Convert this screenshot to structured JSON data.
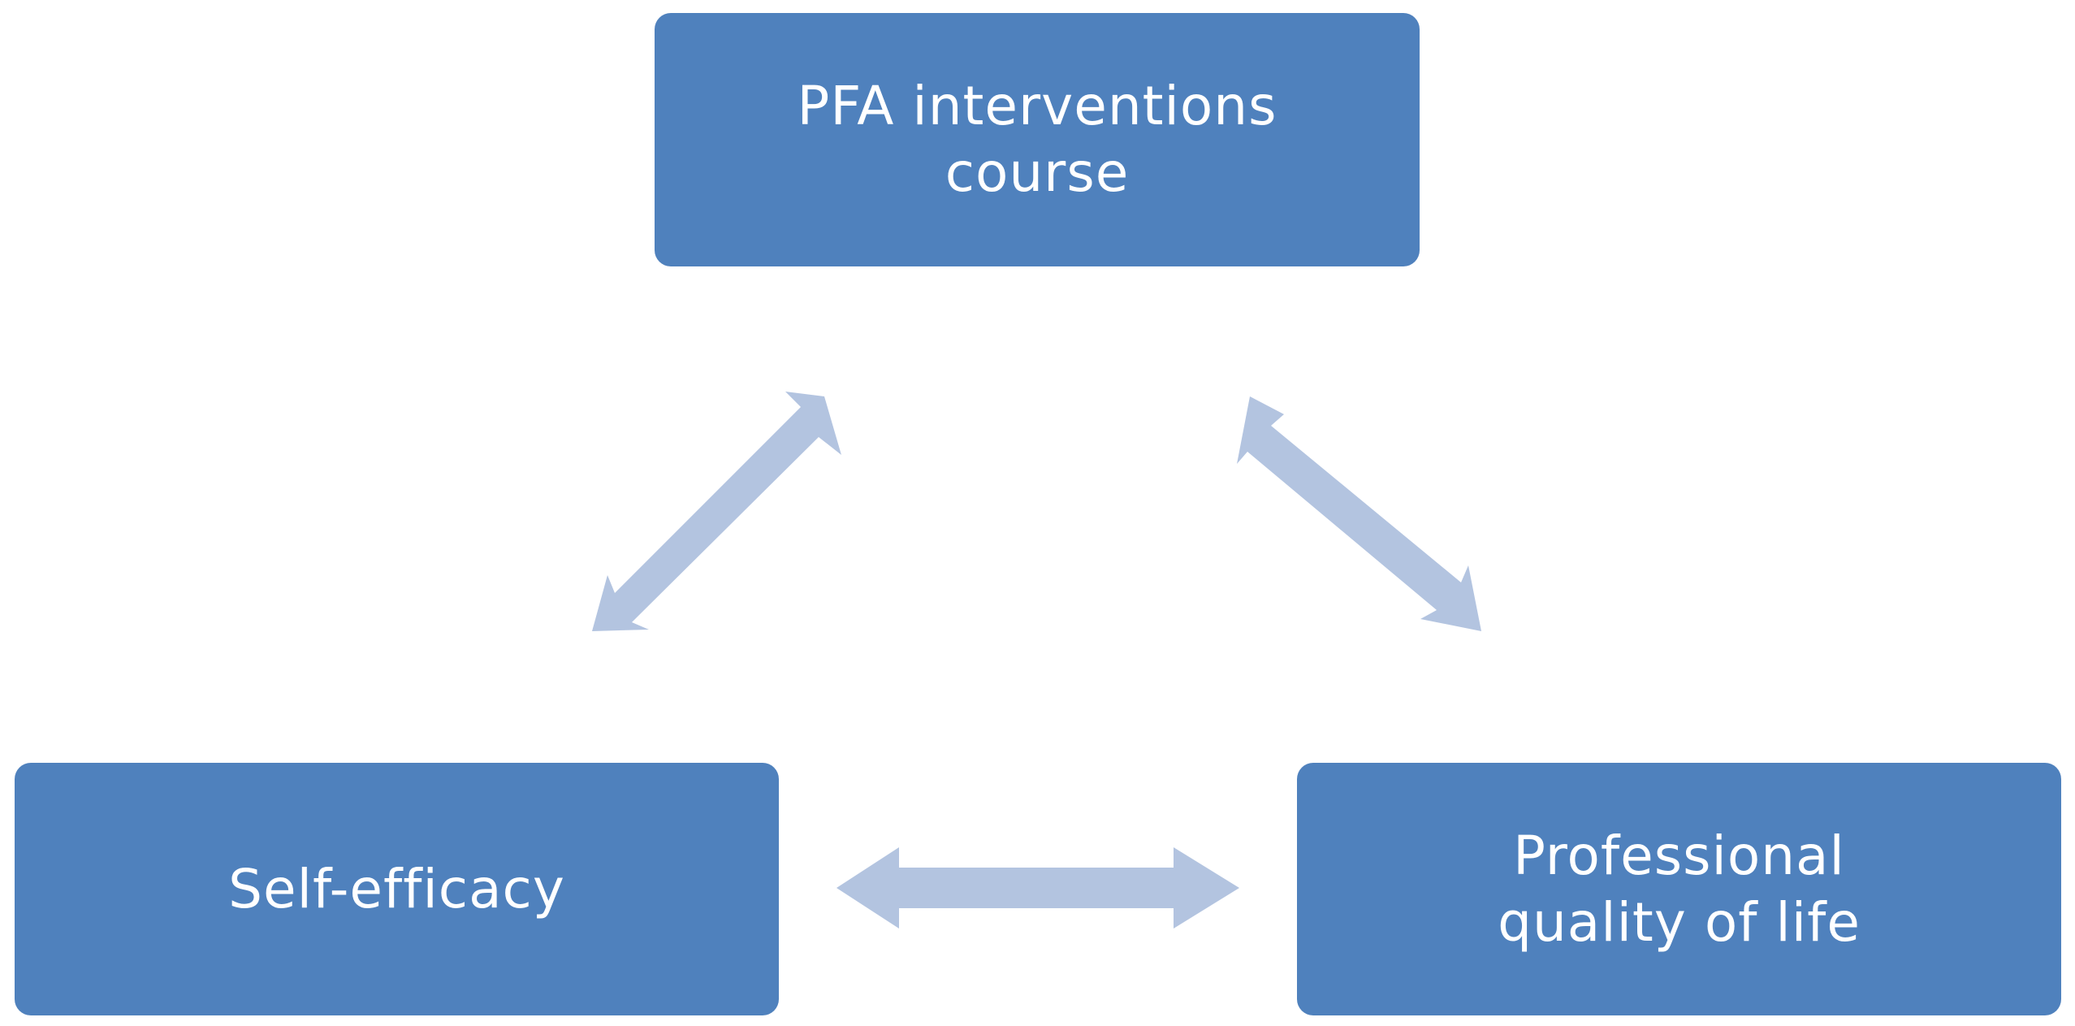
{
  "diagram": {
    "nodes": [
      {
        "id": "top",
        "lines": [
          "PFA interventions",
          "course"
        ]
      },
      {
        "id": "left",
        "lines": [
          "Self-efficacy"
        ]
      },
      {
        "id": "right",
        "lines": [
          "Professional",
          "quality of life"
        ]
      }
    ],
    "edges": [
      {
        "from": "top",
        "to": "left",
        "type": "bidirectional"
      },
      {
        "from": "top",
        "to": "right",
        "type": "bidirectional"
      },
      {
        "from": "left",
        "to": "right",
        "type": "bidirectional"
      }
    ],
    "colors": {
      "box_fill": "#4f81bd",
      "box_text": "#ffffff",
      "arrow_fill": "#b3c4e0"
    }
  }
}
